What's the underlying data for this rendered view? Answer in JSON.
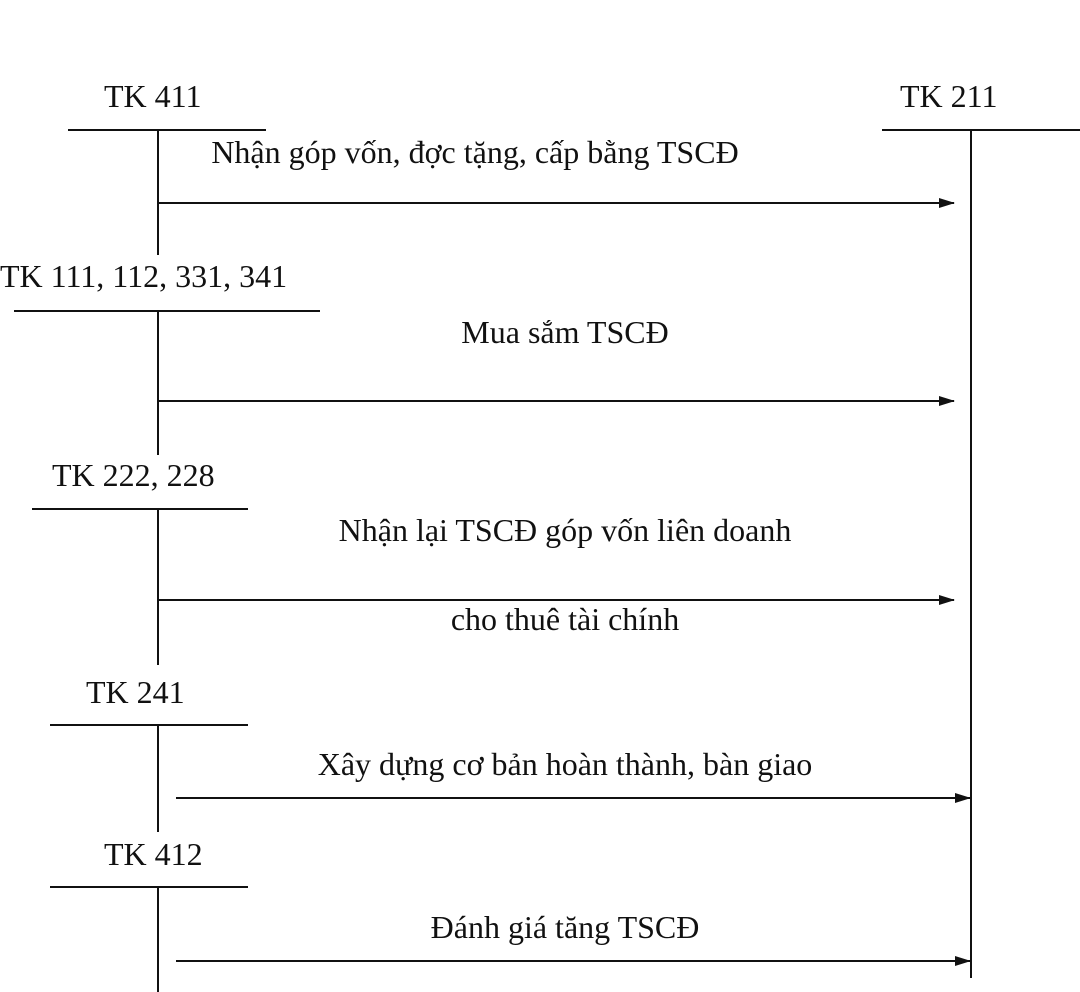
{
  "colors": {
    "line": "#111111",
    "background": "#ffffff"
  },
  "target_account": {
    "label": "TK 211"
  },
  "source_accounts": [
    {
      "label": "TK 411"
    },
    {
      "label": "TK 111, 112, 331, 341"
    },
    {
      "label": "TK 222, 228"
    },
    {
      "label": "TK 241"
    },
    {
      "label": "TK 412"
    }
  ],
  "flows": [
    {
      "label": "Nhận góp vốn, đợc tặng, cấp bằng TSCĐ",
      "sublabel": ""
    },
    {
      "label": "Mua sắm TSCĐ",
      "sublabel": ""
    },
    {
      "label": "Nhận lại TSCĐ góp vốn liên doanh",
      "sublabel": "cho thuê tài chính"
    },
    {
      "label": "Xây dựng cơ bản hoàn thành, bàn giao",
      "sublabel": ""
    },
    {
      "label": "Đánh giá tăng TSCĐ",
      "sublabel": ""
    }
  ]
}
